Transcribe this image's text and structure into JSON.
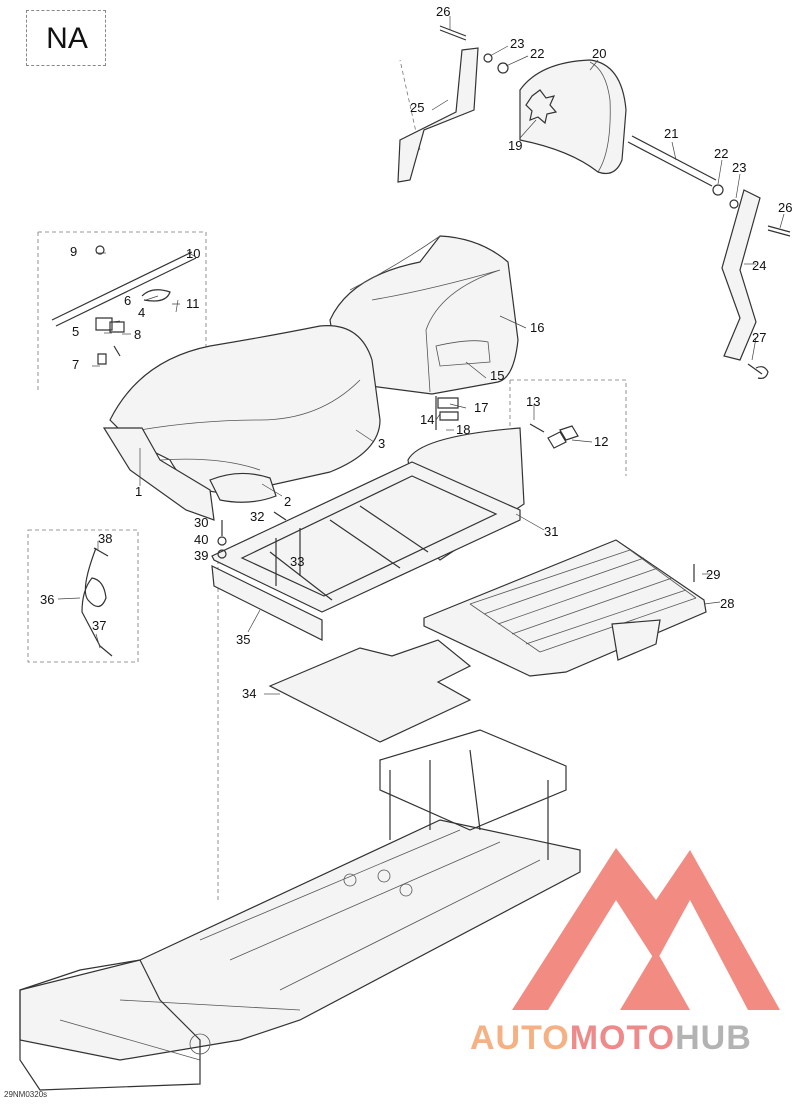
{
  "header": {
    "region": "NA"
  },
  "footer": {
    "drawing_code": "29NM0320s"
  },
  "watermark": {
    "part1": "AUTO",
    "part2": "MOTO",
    "part3": "HUB"
  },
  "colors": {
    "line": "#333333",
    "watermark_red": "#f28b82",
    "watermark_orange": "#f5b183",
    "watermark_gray": "#b3b3b3"
  },
  "callouts": [
    "1",
    "2",
    "3",
    "4",
    "5",
    "6",
    "7",
    "8",
    "9",
    "10",
    "11",
    "12",
    "13",
    "14",
    "15",
    "16",
    "17",
    "18",
    "19",
    "20",
    "21",
    "22",
    "22",
    "23",
    "23",
    "24",
    "25",
    "26",
    "26",
    "27",
    "28",
    "29",
    "30",
    "31",
    "32",
    "33",
    "34",
    "35",
    "36",
    "37",
    "38",
    "39",
    "40"
  ]
}
